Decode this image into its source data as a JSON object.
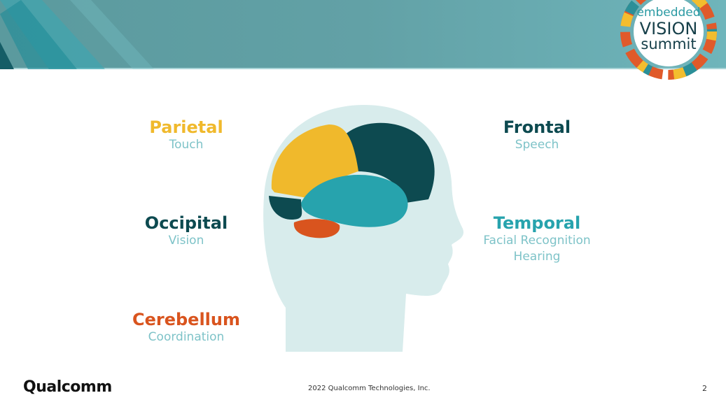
{
  "logo": {
    "line1": "embedded",
    "line2": "VISION",
    "line3": "summit"
  },
  "regions": {
    "parietal": {
      "title": "Parietal",
      "sub": "Touch"
    },
    "occipital": {
      "title": "Occipital",
      "sub": "Vision"
    },
    "cerebellum": {
      "title": "Cerebellum",
      "sub": "Coordination"
    },
    "frontal": {
      "title": "Frontal",
      "sub": "Speech"
    },
    "temporal": {
      "title": "Temporal",
      "sub1": "Facial Recognition",
      "sub2": "Hearing"
    }
  },
  "colors": {
    "yellow": "#f0b92c",
    "dark_teal": "#0d4a50",
    "teal": "#27a3ad",
    "orange": "#d9541e",
    "head": "#d8ecec"
  },
  "footer": {
    "brand": "Qualcomm",
    "copyright": "2022 Qualcomm Technologies, Inc.",
    "page": "2"
  }
}
